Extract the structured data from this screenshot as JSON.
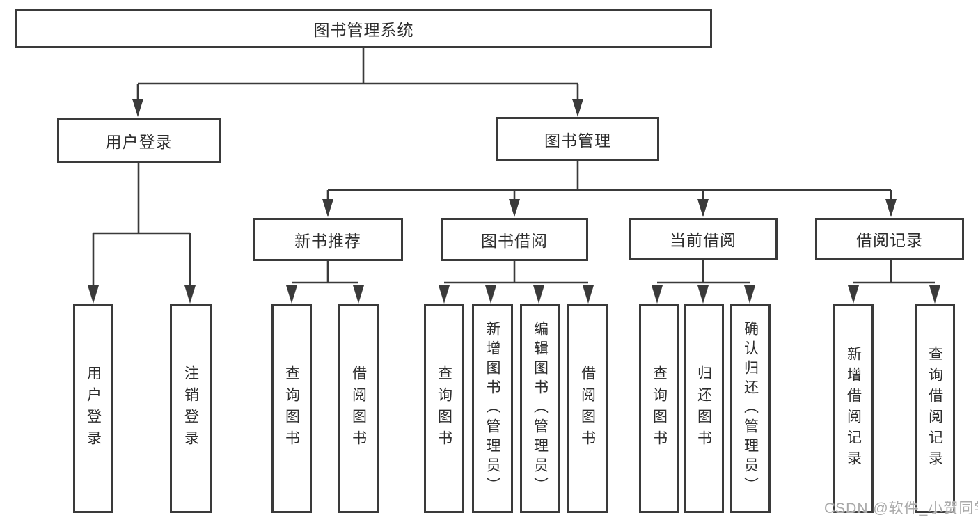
{
  "diagram": {
    "type": "hierarchy-tree",
    "title": "图书管理系统",
    "watermark": "CSDN @软件_小贺同学",
    "colors": {
      "background": "#ffffff",
      "box_border": "#3a3a3a",
      "connector_line": "#3a3a3a",
      "text": "#2d2d2d",
      "watermark_text": "#a9a9a9"
    },
    "root": {
      "label": "图书管理系统"
    },
    "level2": [
      {
        "id": "user-login",
        "label": "用户登录",
        "parent": "root"
      },
      {
        "id": "book-management",
        "label": "图书管理",
        "parent": "root"
      }
    ],
    "level3": [
      {
        "id": "new-book-recommend",
        "label": "新书推荐",
        "parent": "book-management"
      },
      {
        "id": "book-borrow",
        "label": "图书借阅",
        "parent": "book-management"
      },
      {
        "id": "current-borrow",
        "label": "当前借阅",
        "parent": "book-management"
      },
      {
        "id": "borrow-records",
        "label": "借阅记录",
        "parent": "book-management"
      }
    ],
    "leaves": {
      "user_login": [
        "用户登录",
        "注销登录"
      ],
      "new_book_recommend": [
        "查询图书",
        "借阅图书"
      ],
      "book_borrow": [
        "查询图书",
        "新增图书（管理员）",
        "编辑图书（管理员）",
        "借阅图书"
      ],
      "current_borrow": [
        "查询图书",
        "归还图书",
        "确认归还（管理员）"
      ],
      "borrow_records": [
        "新增借阅记录",
        "查询借阅记录"
      ]
    }
  }
}
